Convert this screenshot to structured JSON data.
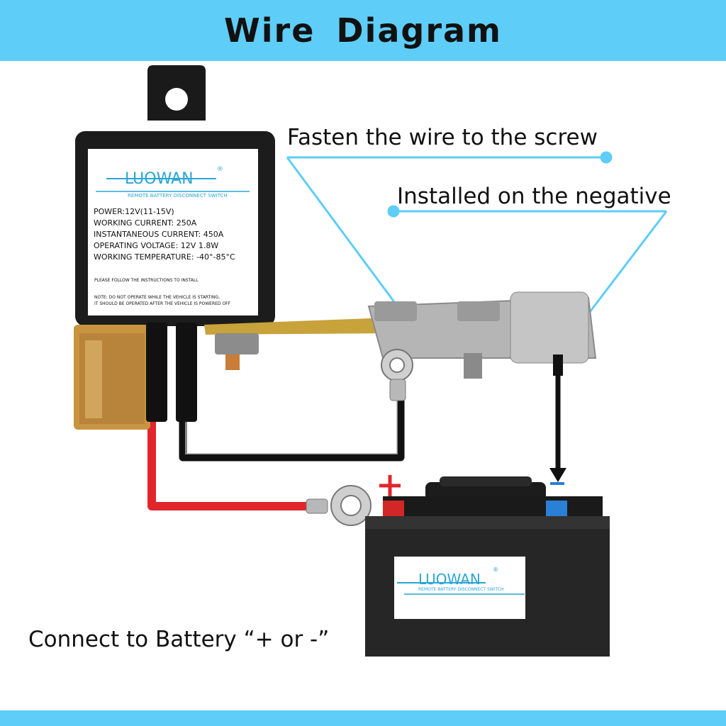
{
  "title": "Wire Diagram",
  "callouts": {
    "fasten": "Fasten the wire to the screw",
    "negative": "Installed on the negative",
    "connect": "Connect to Battery  “+ or -”"
  },
  "switch_label": {
    "brand": "LUOWAN",
    "registered": "®",
    "subtitle": "REMOTE BATTERY DISCONNECT SWITCH",
    "specs": [
      "POWER:12V(11-15V)",
      "WORKING CURRENT:  250A",
      "INSTANTANEOUS CURRENT: 450A",
      "OPERATING VOLTAGE:  12V 1.8W",
      "WORKING TEMPERATURE: -40°-85°C"
    ],
    "instruction": "PLEASE FOLLOW THE INSTRUCTIONS TO INSTALL",
    "note_line1": "NOTE: DO NOT OPERATE WHILE THE VEHICLE IS STARTING,",
    "note_line2": "IT SHOULD BE OPERATED AFTER THE VEHICLE IS POWERED OFF"
  },
  "battery_label": {
    "brand": "LUOWAN",
    "registered": "®",
    "subtitle": "REMOTE BATTERY DISCONNECT SWITCH"
  },
  "terminals": {
    "positive": "+",
    "negative": "–"
  },
  "colors": {
    "banner": "#5ecdf7",
    "callout_line": "#5ecdf7",
    "positive_wire": "#e0262b",
    "negative_wire": "#111111",
    "brand": "#2aa6d6"
  }
}
